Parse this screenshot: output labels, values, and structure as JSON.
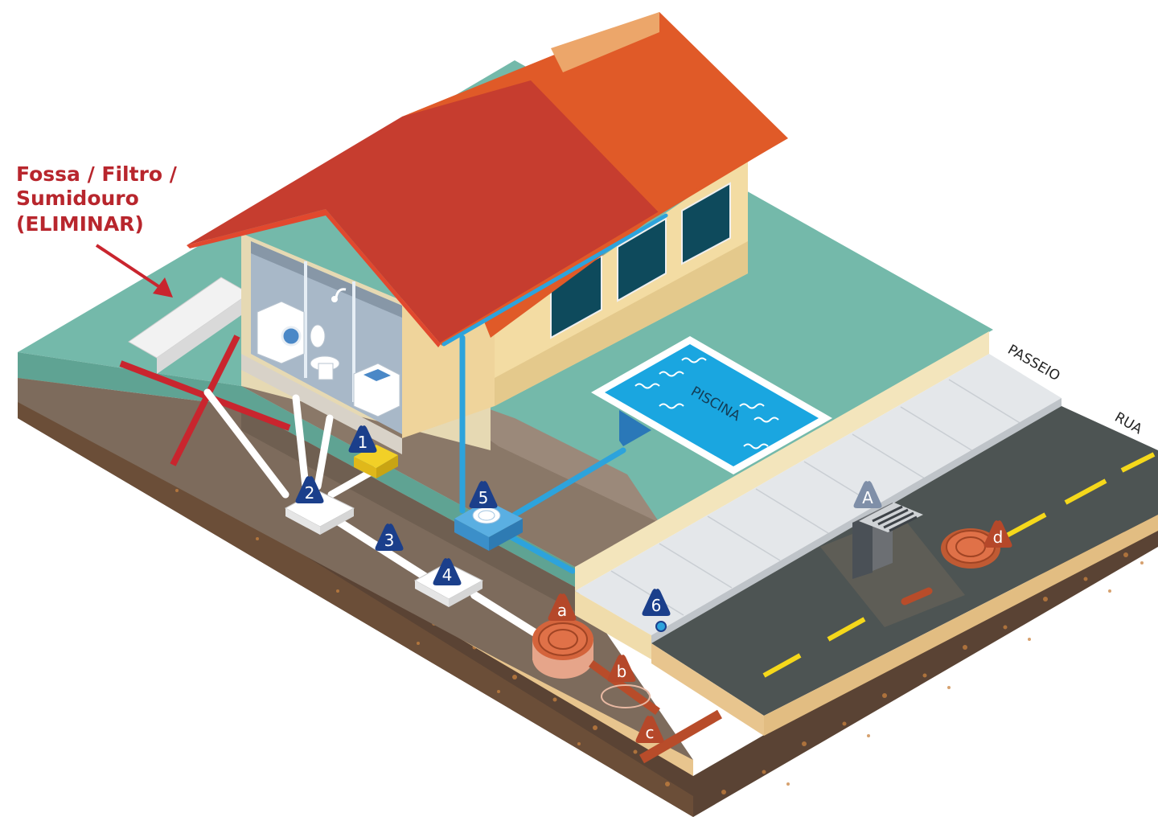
{
  "title": {
    "line1": "Fossa / Filtro /",
    "line2": "Sumidouro",
    "line3": "(ELIMINAR)"
  },
  "labels": {
    "pool": "PISCINA",
    "sidewalk": "PASSEIO",
    "street": "RUA"
  },
  "markers": {
    "m1": "1",
    "m2": "2",
    "m3": "3",
    "m4": "4",
    "m5": "5",
    "m6": "6",
    "mA": "A",
    "ma": "a",
    "mb": "b",
    "mc": "c",
    "md": "d"
  },
  "colors": {
    "warning": "#b8262d",
    "marker_blue": "#1b3f8b",
    "marker_orange": "#b5482a",
    "marker_grey": "#7f8fa8",
    "roof_red": "#c63d2f",
    "roof_orange": "#e05a28",
    "lawn": "#74b9aa",
    "pool": "#1aa6e0"
  }
}
